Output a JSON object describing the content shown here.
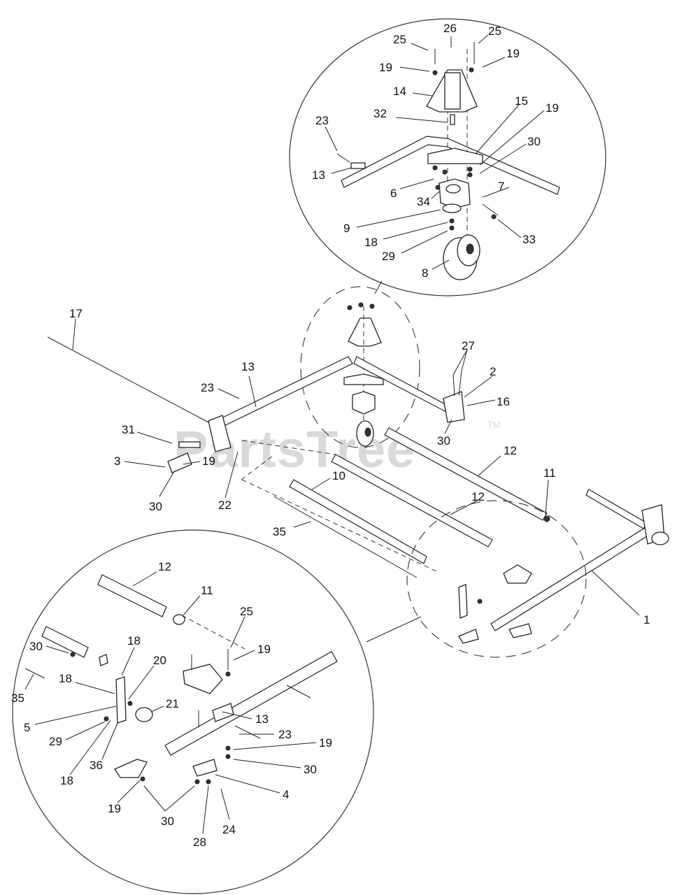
{
  "watermark": {
    "text": "PartsTree",
    "trademark": "TM"
  },
  "callouts": {
    "top": [
      "25",
      "26",
      "25",
      "19",
      "19",
      "14",
      "15",
      "19",
      "32",
      "23",
      "30",
      "13",
      "6",
      "7",
      "34",
      "9",
      "33",
      "18",
      "29",
      "8"
    ],
    "middle": [
      "17",
      "13",
      "23",
      "27",
      "2",
      "16",
      "31",
      "3",
      "19",
      "30",
      "22",
      "30",
      "12",
      "11",
      "10",
      "12",
      "35",
      "1"
    ],
    "bottom": [
      "12",
      "11",
      "25",
      "19",
      "30",
      "18",
      "20",
      "35",
      "18",
      "21",
      "5",
      "29",
      "13",
      "23",
      "36",
      "18",
      "19",
      "30",
      "4",
      "19",
      "30",
      "28",
      "24"
    ]
  }
}
